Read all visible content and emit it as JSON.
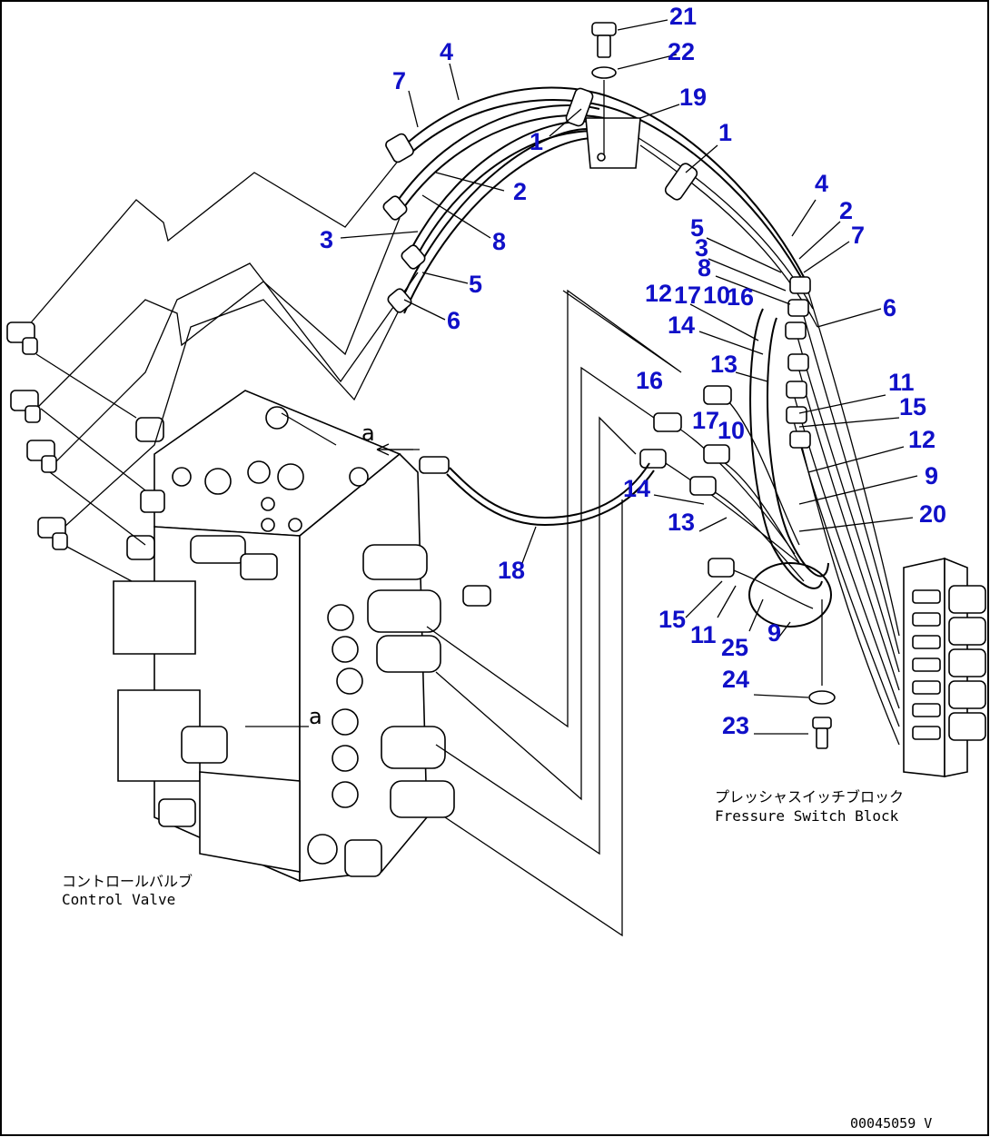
{
  "callouts": {
    "c21": "21",
    "c22": "22",
    "c19": "19",
    "c1a": "1",
    "c1b": "1",
    "c4a": "4",
    "c7a": "7",
    "c2a": "2",
    "c3a": "3",
    "c8a": "8",
    "c5a": "5",
    "c6a": "6",
    "c4b": "4",
    "c2b": "2",
    "c7b": "7",
    "c5b": "5",
    "c3b": "3",
    "c8b": "8",
    "c12a": "12",
    "c17a": "17",
    "c10a": "10",
    "c16a": "16",
    "c6b": "6",
    "c14a": "14",
    "c13a": "13",
    "c16b": "16",
    "c17b": "17",
    "c10b": "10",
    "c11a": "11",
    "c15a": "15",
    "c12b": "12",
    "c9a": "9",
    "c20": "20",
    "c14b": "14",
    "c13b": "13",
    "c18": "18",
    "c15b": "15",
    "c11b": "11",
    "c25": "25",
    "c9b": "9",
    "c24": "24",
    "c23": "23"
  },
  "labels": {
    "a_top": "a",
    "a_mid": "a",
    "control_valve_jp": "コントロールバルブ",
    "control_valve_en": "Control Valve",
    "pressure_switch_block_jp": "プレッシャスイッチブロック",
    "pressure_switch_block_en": "Fressure Switch Block",
    "drawing_code": "00045059 V"
  },
  "colors": {
    "callout": "#1010c8",
    "line": "#000000"
  }
}
